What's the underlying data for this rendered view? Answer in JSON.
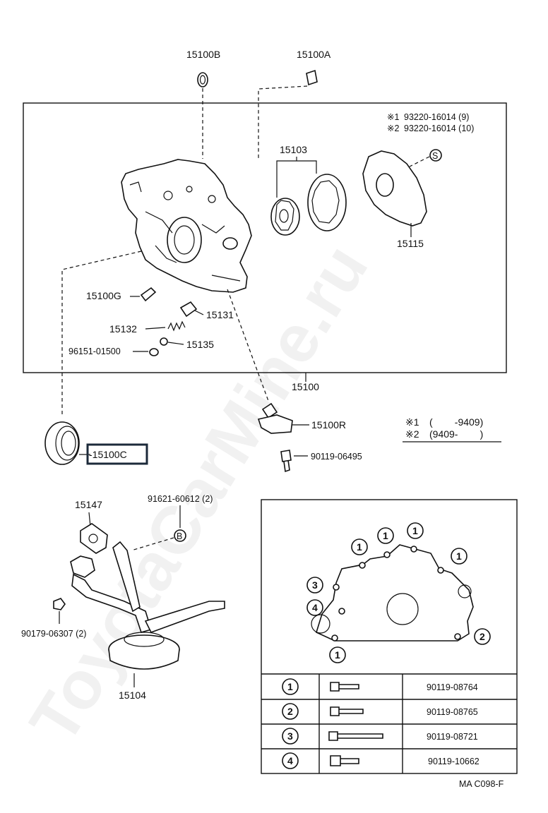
{
  "watermark": "ToyotaCarMine.ru",
  "diagram_code": "MA C098-F",
  "labels": {
    "p15100B": "15100B",
    "p15100A": "15100A",
    "p15103": "15103",
    "p15115": "15115",
    "p15100G": "15100G",
    "p15131": "15131",
    "p15132": "15132",
    "p15135": "15135",
    "p96151": "96151-01500",
    "p15100": "15100",
    "p15100R": "15100R",
    "p90119_06495": "90119-06495",
    "p15100C": "-15100C",
    "p15147": "15147",
    "p91621": "91621-60612 (2)",
    "p90179": "90179-06307 (2)",
    "p15104": "15104"
  },
  "bolt_note": {
    "s1_mark": "※1",
    "s1_part": "93220-16014 (9)",
    "s2_mark": "※2",
    "s2_part": "93220-16014 (10)",
    "s_symbol": "S",
    "b_symbol": "B"
  },
  "date_note": {
    "r1_mark": "※1",
    "r1_range": "(        -9409)",
    "r2_mark": "※2",
    "r2_range": "(9409-        )"
  },
  "position_marks": {
    "m1": "1",
    "m2": "2",
    "m3": "3",
    "m4": "4"
  },
  "bolt_table": [
    {
      "num": "1",
      "part": "90119-08764"
    },
    {
      "num": "2",
      "part": "90119-08765"
    },
    {
      "num": "3",
      "part": "90119-08721"
    },
    {
      "num": "4",
      "part": "90119-10662"
    }
  ]
}
